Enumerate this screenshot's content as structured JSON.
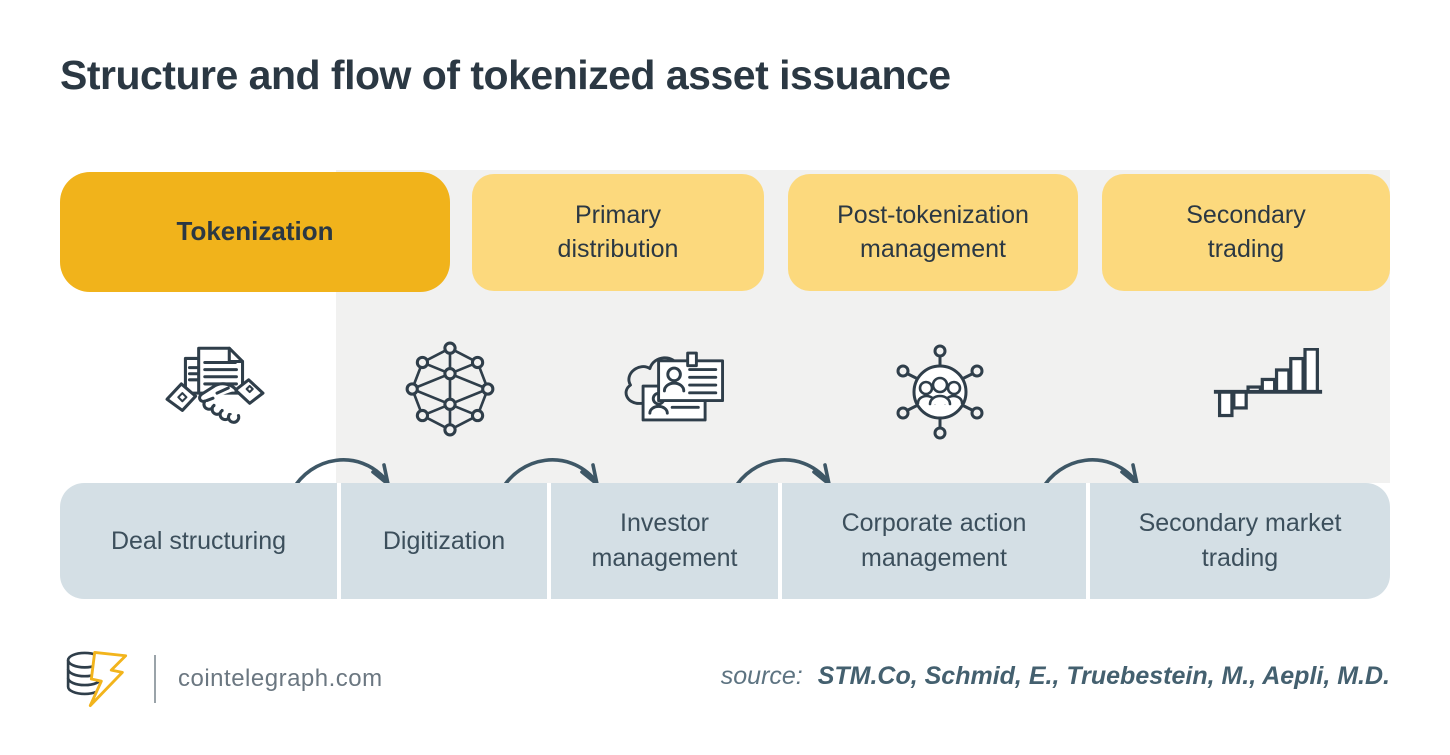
{
  "title": "Structure and flow of tokenized asset issuance",
  "colors": {
    "stage_highlight": "#f1b31b",
    "stage_default": "#fcd97d",
    "backdrop_panel": "#f1f1f0",
    "step_box": "#d4dfe5",
    "dark_text": "#2b3843",
    "step_text": "#3c4f5c",
    "icon_stroke": "#2f3e4a",
    "arrow_stroke": "#3e5766",
    "logo_bolt": "#f2b41c"
  },
  "stages": [
    {
      "label": "Tokenization",
      "highlighted": true
    },
    {
      "label": "Primary distribution",
      "highlighted": false
    },
    {
      "label": "Post-tokenization management",
      "highlighted": false
    },
    {
      "label": "Secondary trading",
      "highlighted": false
    }
  ],
  "steps": [
    {
      "label": "Deal structuring",
      "icon": "handshake-contract-icon"
    },
    {
      "label": "Digitization",
      "icon": "network-mesh-icon"
    },
    {
      "label": "Investor management",
      "icon": "cloud-id-cards-icon"
    },
    {
      "label": "Corporate action management",
      "icon": "people-network-icon"
    },
    {
      "label": "Secondary market trading",
      "icon": "growth-bars-icon"
    }
  ],
  "footer": {
    "site": "cointelegraph.com",
    "source_label": "source:",
    "source_value": "STM.Co, Schmid, E., Truebestein, M., Aepli, M.D."
  }
}
